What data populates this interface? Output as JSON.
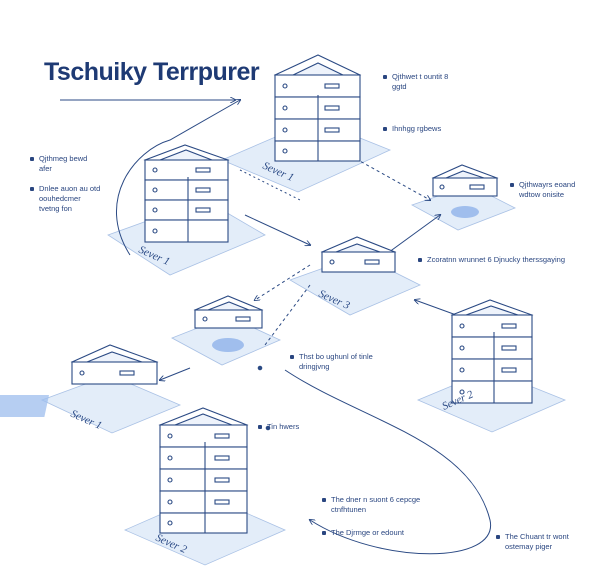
{
  "title": "Tschuiky Terrpurer",
  "server_labels": {
    "top": "Sever 1",
    "left_tower": "Sever 1",
    "center": "Sever 3",
    "lower_left": "Sever 1",
    "right_tower": "Sever 2",
    "bottom_tower": "Sever 2"
  },
  "notes": {
    "top_right": [
      "Qjthwet t ountit 8",
      "ggtd"
    ],
    "top_right_2": [
      "Ihnhgg rgbews"
    ],
    "left_1": [
      "Qjthmeg bewd",
      "afer"
    ],
    "left_2": [
      "Dnlee auon au otd",
      "oouhedcmer",
      "tvetng fon"
    ],
    "right_small": [
      "Qjthwayrs eoand",
      "wdtow onisite"
    ],
    "center_right": [
      "Zcoratnn wrunnet 6 Djnucky therssgaying"
    ],
    "middle": [
      "Thst bo ughunl of tinle",
      "dringjvng"
    ],
    "middle_low": [
      "Tin hwers"
    ],
    "bottom_1": [
      "The dner n suont 6 cepcge",
      "ctnfhtunen"
    ],
    "bottom_2": [
      "The Djrmge or edount"
    ],
    "bottom_right": [
      "The Chuant tr wont",
      "ostemay piger"
    ]
  },
  "colors": {
    "stroke": "#2b4a84",
    "platform": "#dce8f8",
    "platform_stroke": "#9fb9e0",
    "accent": "#5b8de0",
    "bg": "#ffffff"
  }
}
